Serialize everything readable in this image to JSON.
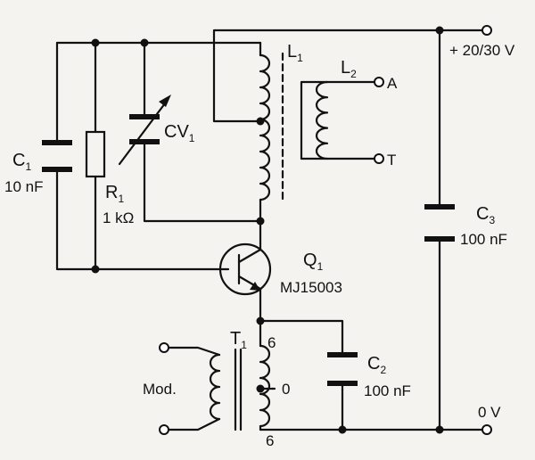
{
  "labels": {
    "c1": "C",
    "c1_sub": "1",
    "c1_val": "10 nF",
    "r1": "R",
    "r1_sub": "1",
    "r1_val": "1 kΩ",
    "cv1": "CV",
    "cv1_sub": "1",
    "l1": "L",
    "l1_sub": "1",
    "l2": "L",
    "l2_sub": "2",
    "a": "A",
    "t": "T",
    "supply": "+ 20/30 V",
    "c3": "C",
    "c3_sub": "3",
    "c3_val": "100 nF",
    "q1": "Q",
    "q1_sub": "1",
    "q1_part": "MJ15003",
    "t1": "T",
    "t1_sub": "1",
    "tap_top": "6",
    "tap_mid": "0",
    "tap_bot": "6",
    "mod": "Mod.",
    "c2": "C",
    "c2_sub": "2",
    "c2_val": "100 nF",
    "ground": "0 V"
  }
}
